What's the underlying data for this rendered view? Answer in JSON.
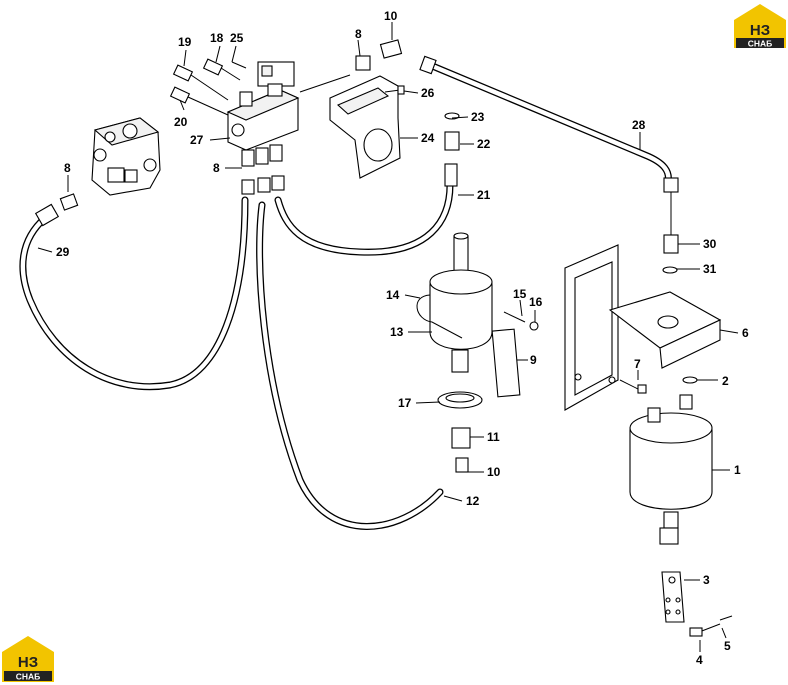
{
  "logo": {
    "letters": "НЗ",
    "word": "СНАБ",
    "accent": "#f2c400"
  },
  "callouts": [
    {
      "id": "c1",
      "label": "1"
    },
    {
      "id": "c2",
      "label": "2"
    },
    {
      "id": "c3",
      "label": "3"
    },
    {
      "id": "c4",
      "label": "4"
    },
    {
      "id": "c5",
      "label": "5"
    },
    {
      "id": "c6",
      "label": "6"
    },
    {
      "id": "c7",
      "label": "7"
    },
    {
      "id": "c8a",
      "label": "8"
    },
    {
      "id": "c8b",
      "label": "8"
    },
    {
      "id": "c8c",
      "label": "8"
    },
    {
      "id": "c9",
      "label": "9"
    },
    {
      "id": "c10a",
      "label": "10"
    },
    {
      "id": "c10b",
      "label": "10"
    },
    {
      "id": "c11",
      "label": "11"
    },
    {
      "id": "c12",
      "label": "12"
    },
    {
      "id": "c13",
      "label": "13"
    },
    {
      "id": "c14",
      "label": "14"
    },
    {
      "id": "c15",
      "label": "15"
    },
    {
      "id": "c16",
      "label": "16"
    },
    {
      "id": "c17",
      "label": "17"
    },
    {
      "id": "c18",
      "label": "18"
    },
    {
      "id": "c19",
      "label": "19"
    },
    {
      "id": "c20",
      "label": "20"
    },
    {
      "id": "c21",
      "label": "21"
    },
    {
      "id": "c22",
      "label": "22"
    },
    {
      "id": "c23",
      "label": "23"
    },
    {
      "id": "c24",
      "label": "24"
    },
    {
      "id": "c25",
      "label": "25"
    },
    {
      "id": "c26",
      "label": "26"
    },
    {
      "id": "c27",
      "label": "27"
    },
    {
      "id": "c28",
      "label": "28"
    },
    {
      "id": "c29",
      "label": "29"
    },
    {
      "id": "c30",
      "label": "30"
    },
    {
      "id": "c31",
      "label": "31"
    }
  ]
}
